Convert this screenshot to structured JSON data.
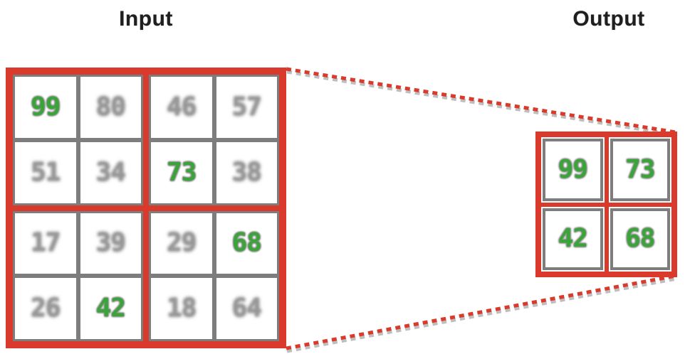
{
  "header": {
    "input_title": "Input",
    "output_title": "Output"
  },
  "colors": {
    "region_red": "#d93a2b",
    "cell_gray": "#7d7d7d",
    "max_green": "#3aa43a",
    "value_gray": "#979797",
    "title_text": "#1f1f1f"
  },
  "diagram": {
    "type": "max-pooling",
    "pool_size": "2x2",
    "input_grid": {
      "rows": [
        [
          {
            "value": "99",
            "max": true
          },
          {
            "value": "80",
            "max": false
          },
          {
            "value": "46",
            "max": false
          },
          {
            "value": "57",
            "max": false
          }
        ],
        [
          {
            "value": "51",
            "max": false
          },
          {
            "value": "34",
            "max": false
          },
          {
            "value": "73",
            "max": true
          },
          {
            "value": "38",
            "max": false
          }
        ],
        [
          {
            "value": "17",
            "max": false
          },
          {
            "value": "39",
            "max": false
          },
          {
            "value": "29",
            "max": false
          },
          {
            "value": "68",
            "max": true
          }
        ],
        [
          {
            "value": "26",
            "max": false
          },
          {
            "value": "42",
            "max": true
          },
          {
            "value": "18",
            "max": false
          },
          {
            "value": "64",
            "max": false
          }
        ]
      ]
    },
    "output_grid": {
      "rows": [
        [
          "99",
          "73"
        ],
        [
          "42",
          "68"
        ]
      ]
    }
  }
}
